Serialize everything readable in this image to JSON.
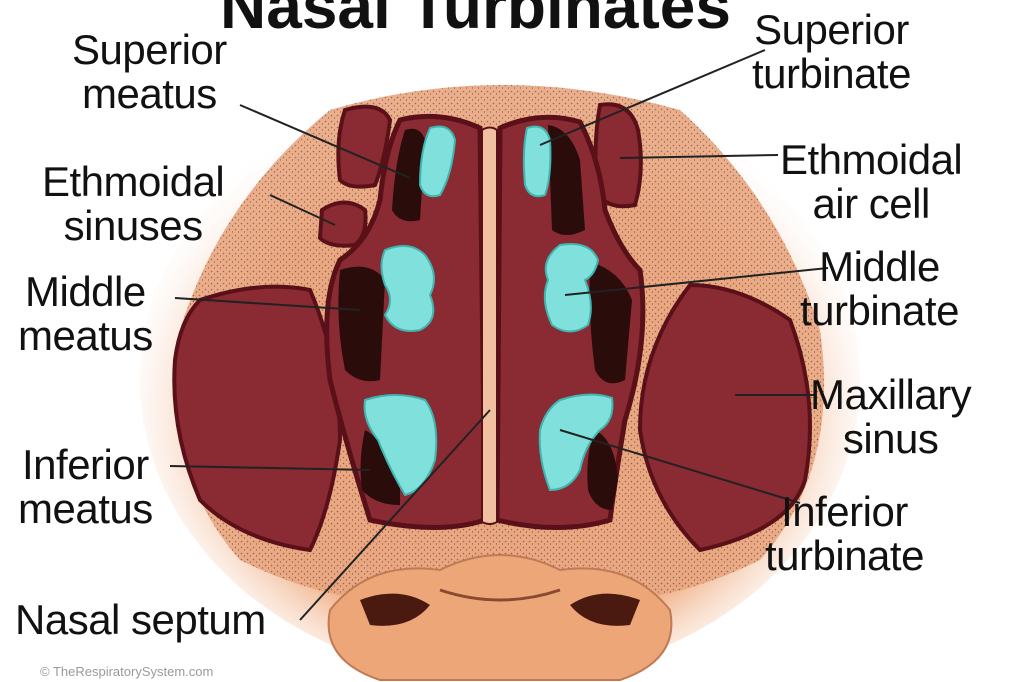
{
  "title": "Nasal Turbinates",
  "labels": {
    "superior_meatus": [
      "Superior",
      "meatus"
    ],
    "ethmoidal_sinuses": [
      "Ethmoidal",
      "sinuses"
    ],
    "middle_meatus": [
      "Middle",
      "meatus"
    ],
    "inferior_meatus": [
      "Inferior",
      "meatus"
    ],
    "nasal_septum": [
      "Nasal septum"
    ],
    "superior_turbinate": [
      "Superior",
      "turbinate"
    ],
    "ethmoidal_air_cell": [
      "Ethmoidal",
      "air cell"
    ],
    "middle_turbinate": [
      "Middle",
      "turbinate"
    ],
    "maxillary_sinus": [
      "Maxillary",
      "sinus"
    ],
    "inferior_turbinate": [
      "Inferior",
      "turbinate"
    ]
  },
  "copyright": "© TheRespiratorySystem.com",
  "colors": {
    "tissue": "#f2b38a",
    "cavity": "#8a2a33",
    "cavity_edge": "#5a1018",
    "turbinate": "#7fe0dc",
    "meatus": "#2a0c0a",
    "leader_line": "#222222"
  }
}
